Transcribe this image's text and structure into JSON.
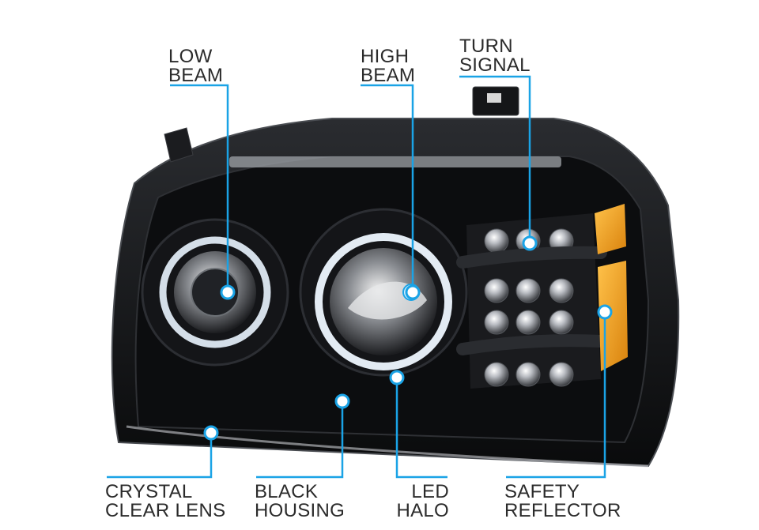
{
  "labels": {
    "low_beam": [
      "LOW",
      "BEAM"
    ],
    "high_beam": [
      "HIGH",
      "BEAM"
    ],
    "turn_signal": [
      "TURN",
      "SIGNAL"
    ],
    "crystal_clear_lens": [
      "CRYSTAL",
      "CLEAR LENS"
    ],
    "black_housing": [
      "BLACK",
      "HOUSING"
    ],
    "led_halo": [
      "LED",
      "HALO"
    ],
    "safety_reflector": [
      "SAFETY",
      "REFLECTOR"
    ]
  },
  "colors": {
    "callout": "#1aa3e6",
    "label_text": "#2b2b2b",
    "housing": "#111214",
    "amber": "#f0a020"
  }
}
